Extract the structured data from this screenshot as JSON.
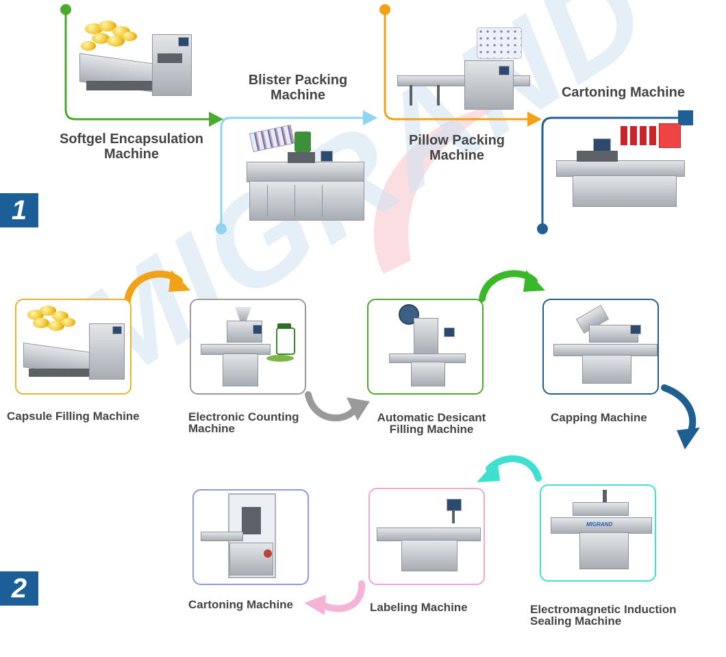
{
  "section1": {
    "badge": "1",
    "labels": {
      "softgel": [
        "Softgel Encapsulation",
        "Machine"
      ],
      "blister": [
        "Blister Packing",
        "Machine"
      ],
      "pillow": [
        "Pillow Packing",
        "Machine"
      ],
      "cartoning": [
        "Cartoning Machine"
      ]
    },
    "colors": {
      "softgel": "#4aaa2a",
      "blister": "#8fd3f2",
      "pillow": "#f2a216",
      "cartoning": "#1f5f95"
    }
  },
  "section2": {
    "badge": "2",
    "labels": {
      "capsule": [
        "Capsule Filling Machine"
      ],
      "counting": [
        "Electronic Counting",
        "Machine"
      ],
      "desicant": [
        "Automatic Desicant",
        "Filling Machine"
      ],
      "capping": [
        "Capping Machine"
      ],
      "sealing": [
        "Electromagnetic Induction",
        "Sealing Machine"
      ],
      "labeling": [
        "Labeling Machine"
      ],
      "cartoning": [
        "Cartoning Machine"
      ]
    },
    "colors": {
      "capsule": "#f0b12a",
      "counting": "#9a9a9a",
      "desicant": "#4aaa2a",
      "capping": "#1e5f92",
      "sealing": "#3fe0d0",
      "labeling": "#f2a6cf",
      "cartoning": "#8d97e6"
    }
  },
  "watermark": "MIGRAND",
  "brand_tag": "MIGRAND"
}
